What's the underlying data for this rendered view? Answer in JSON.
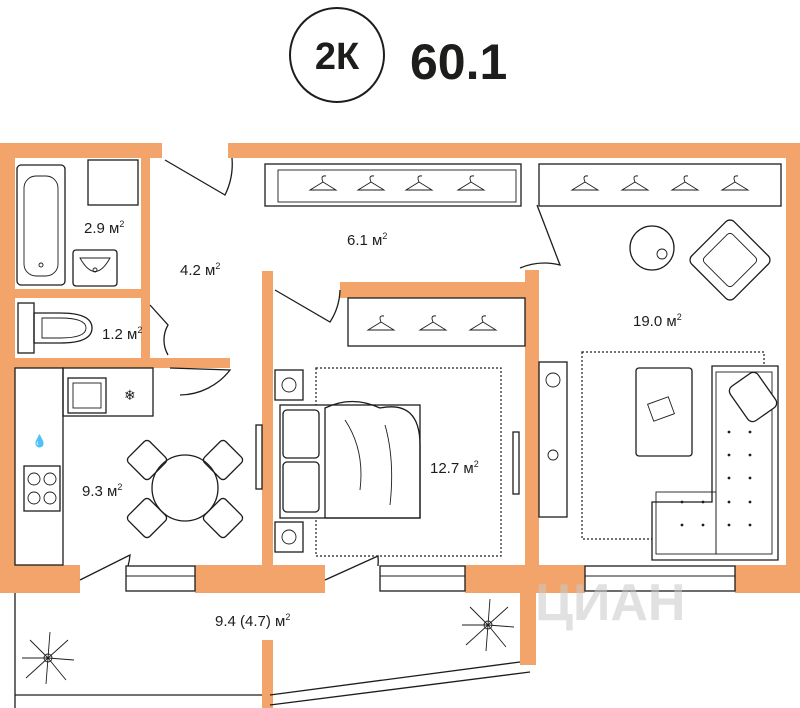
{
  "header": {
    "rooms_badge": "2К",
    "total_area": "60.1"
  },
  "rooms": {
    "bathroom": {
      "value": "2.9 м",
      "sup": "2"
    },
    "hall": {
      "value": "4.2 м",
      "sup": "2"
    },
    "corridor": {
      "value": "6.1 м",
      "sup": "2"
    },
    "toilet": {
      "value": "1.2 м",
      "sup": "2"
    },
    "kitchen": {
      "value": "9.3 м",
      "sup": "2"
    },
    "bedroom": {
      "value": "12.7 м",
      "sup": "2"
    },
    "living_room": {
      "value": "19.0 м",
      "sup": "2"
    },
    "balcony": {
      "value": "9.4 (4.7) м",
      "sup": "2"
    }
  },
  "watermark": {
    "text": "ЦИАН"
  },
  "colors": {
    "walls": "#f2a46b",
    "lines": "#1d1d1b"
  },
  "icons": [
    "hanger-icon",
    "bathtub-icon",
    "sink-icon",
    "toilet-icon",
    "stove-icon",
    "plant-icon",
    "bed-icon",
    "armchair-icon",
    "sofa-icon"
  ]
}
